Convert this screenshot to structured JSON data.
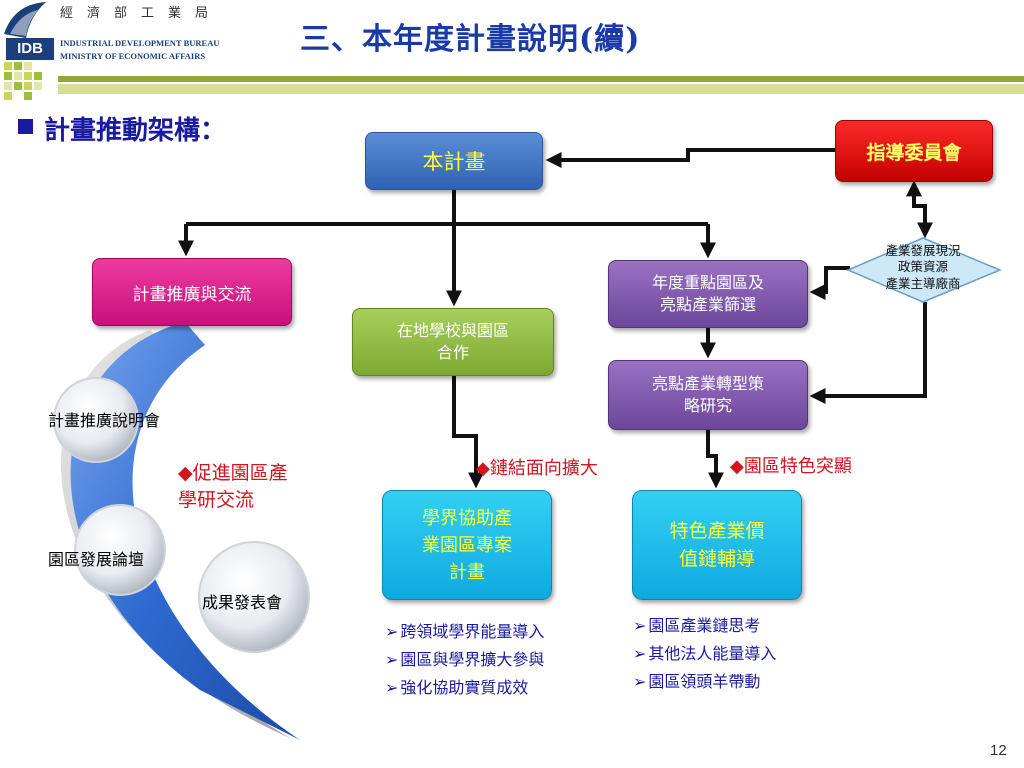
{
  "header": {
    "logo_text": "IDB",
    "org_name_cn": "經濟部工業局",
    "org_name_en_line1": "INDUSTRIAL DEVELOPMENT BUREAU",
    "org_name_en_line2": "MINISTRY OF ECONOMIC AFFAIRS",
    "title": "三、本年度計畫說明(續)"
  },
  "section": {
    "heading": "計畫推動架構："
  },
  "flowchart": {
    "main_plan": "本計畫",
    "committee": "指導委員會",
    "promotion": "計畫推廣與交流",
    "local_cooperation": "在地學校與園區\n合作",
    "screening": "年度重點園區及\n亮點產業篩選",
    "strategy": "亮點產業轉型策\n略研究",
    "academic_project": "學界協助產\n業園區專案\n計畫",
    "industry_guidance": "特色產業價\n值鏈輔導",
    "diamond_text": "產業發展現況\n政策資源\n產業主導廠商"
  },
  "notes": {
    "promote": "◆促進園區產\n學研交流",
    "chain": "◆鏈結面向擴大",
    "district": "◆園區特色突顯"
  },
  "events": [
    "計畫推廣說明會",
    "園區發展論壇",
    "成果發表會"
  ],
  "academic_points": [
    "跨領域學界能量導入",
    "園區與學界擴大參與",
    "強化協助實質成效"
  ],
  "industry_points": [
    "園區產業鏈思考",
    "其他法人能量導入",
    "園區領頭羊帶動"
  ],
  "list_marker": "➢",
  "page_number": "12",
  "colors": {
    "title": "#1a3aa8",
    "heading": "#1a1aa0",
    "note_red": "#d4141e",
    "main_box": "#3a6fc0",
    "committee_box": "#d40000",
    "promo_box": "#dc2a8f",
    "local_box": "#8cba42",
    "purple_box": "#7e55ad",
    "cyan_box": "#19b7e8",
    "arc_blue": "#2f6ad0"
  }
}
